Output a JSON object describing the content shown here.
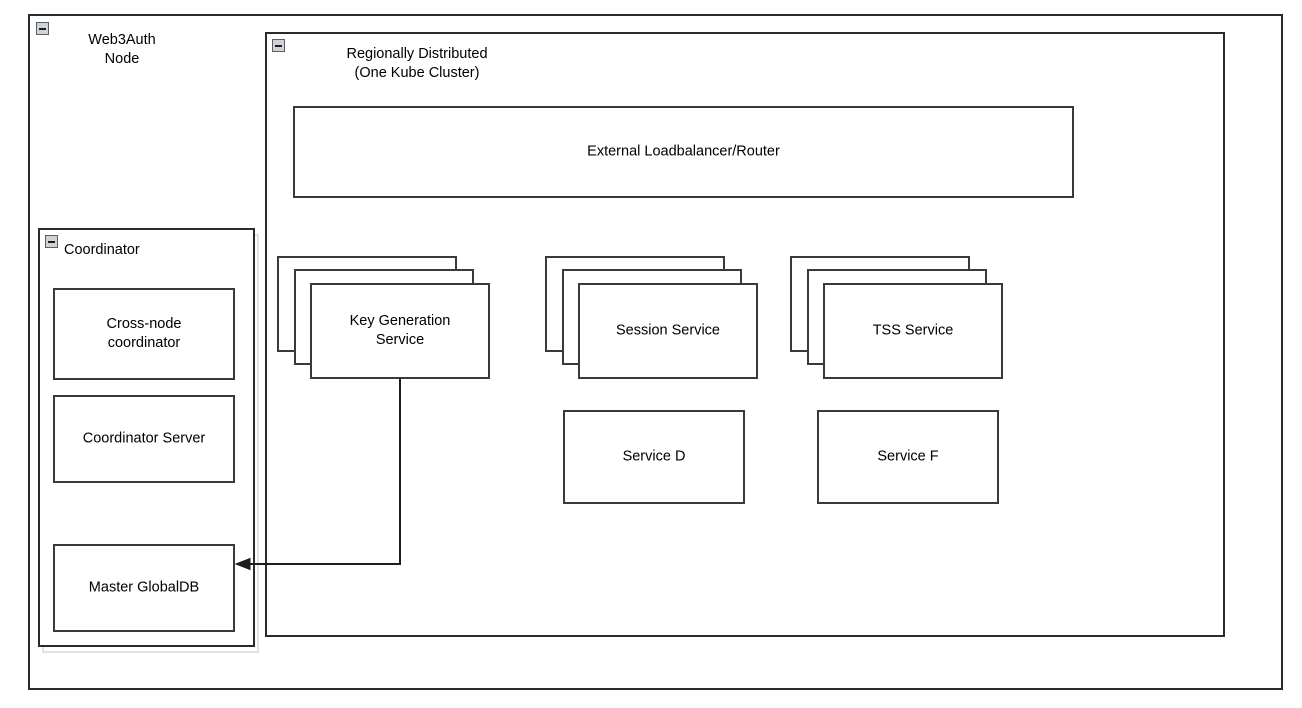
{
  "diagram": {
    "type": "architecture-diagram",
    "background": "#ffffff",
    "line_color": "#3a3a3a",
    "text_color": "#000000"
  },
  "outer_node": {
    "title": "Web3Auth\nNode",
    "collapse_icon": "collapse-minus-icon"
  },
  "cluster": {
    "title": "Regionally Distributed\n(One Kube Cluster)",
    "collapse_icon": "collapse-minus-icon"
  },
  "coordinator": {
    "title": "Coordinator",
    "collapse_icon": "collapse-minus-icon",
    "children": [
      {
        "label": "Cross-node\ncoordinator"
      },
      {
        "label": "Coordinator Server"
      },
      {
        "label": "Master GlobalDB"
      }
    ]
  },
  "loadbalancer": {
    "label": "External Loadbalancer/Router"
  },
  "services": {
    "replicated": [
      {
        "label": "Key Generation\nService",
        "replicas": 3
      },
      {
        "label": "Session Service",
        "replicas": 3
      },
      {
        "label": "TSS Service",
        "replicas": 3
      }
    ],
    "single": [
      {
        "label": "Service D"
      },
      {
        "label": "Service F"
      }
    ]
  },
  "connections": [
    {
      "name": "keygen-to-master-globaldb",
      "from": "Key Generation Service",
      "to": "Master GlobalDB",
      "arrow": "single"
    }
  ]
}
